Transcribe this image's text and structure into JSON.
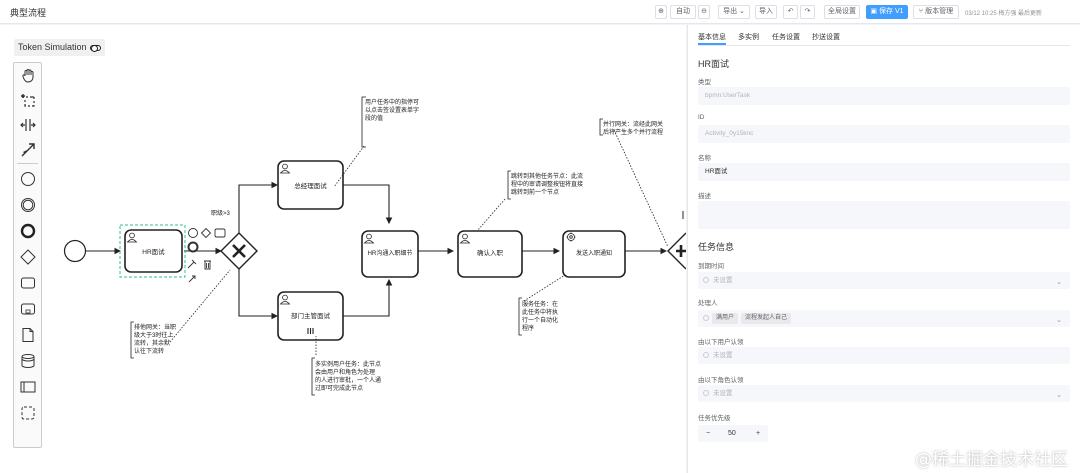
{
  "header": {
    "title": "典型流程",
    "auto_label": "自动",
    "export_label": "导出",
    "import_label": "导入",
    "global_settings_label": "全局设置",
    "save_label": "保存 V1",
    "version_label": "版本管理",
    "status_text": "03/12 10:25 梅方强 最后更新"
  },
  "token_simulation": {
    "label": "Token Simulation"
  },
  "diagram": {
    "nodes": {
      "hr_interview": "HR面试",
      "gm_interview": "总经理面试",
      "dept_interview": "部门主管面试",
      "hr_detail": "HR沟通入职细节",
      "confirm_onboard": "确认入职",
      "send_notice": "发送入职通知"
    },
    "flow_label": "职级>3",
    "annotations": {
      "user_task": [
        "用户任务中的指停可",
        "以点击签设置表单字",
        "段的值"
      ],
      "exclusive_gw": [
        "排他网关：当职",
        "级大于3时往上",
        "流转，其余默",
        "认往下流转"
      ],
      "multi_instance": [
        "多实例用户任务：此节点",
        "会由用户和角色为处理",
        "的人进行审批，一个人通",
        "过即可完成此节点"
      ],
      "jump": [
        "跳转到其他任务节点：此流",
        "程中的审请调整按钮将直接",
        "跳转到前一个节点"
      ],
      "service_task": [
        "服务任务：在",
        "此任务中将执",
        "行一个自动化",
        "程序"
      ],
      "parallel_gw": [
        "并行网关：流经此网关",
        "后将产生多个并行流程"
      ]
    }
  },
  "panel": {
    "tabs": [
      "基本信息",
      "多实例",
      "任务设置",
      "抄送设置"
    ],
    "node_title": "HR面试",
    "type_label": "类型",
    "type_value": "bpmn:UserTask",
    "id_label": "ID",
    "id_value": "Activity_0y15knc",
    "name_label": "名称",
    "name_value": "HR面试",
    "desc_label": "描述",
    "task_info_title": "任务信息",
    "due_label": "到期时间",
    "due_placeholder": "未设置",
    "assignee_label": "处理人",
    "assignee_tags": [
      "满用户",
      "流程发起人自己"
    ],
    "candidate_users_label": "由以下用户认领",
    "candidate_users_placeholder": "未设置",
    "candidate_roles_label": "由以下角色认领",
    "candidate_roles_placeholder": "未设置",
    "priority_label": "任务优先级",
    "priority_value": "50",
    "minus": "−",
    "plus": "+"
  },
  "watermark": "@稀土掘金技术社区",
  "colors": {
    "primary": "#409eff",
    "border": "#dcdfe6"
  }
}
